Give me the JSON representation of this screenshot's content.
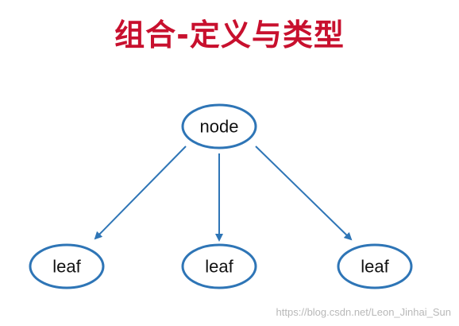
{
  "title": "组合-定义与类型",
  "diagram": {
    "root": {
      "label": "node"
    },
    "children": [
      {
        "label": "leaf"
      },
      {
        "label": "leaf"
      },
      {
        "label": "leaf"
      }
    ]
  },
  "colors": {
    "title": "#c8102e",
    "node_stroke": "#2e75b6",
    "arrow": "#2e75b6"
  },
  "watermark": "https://blog.csdn.net/Leon_Jinhai_Sun"
}
